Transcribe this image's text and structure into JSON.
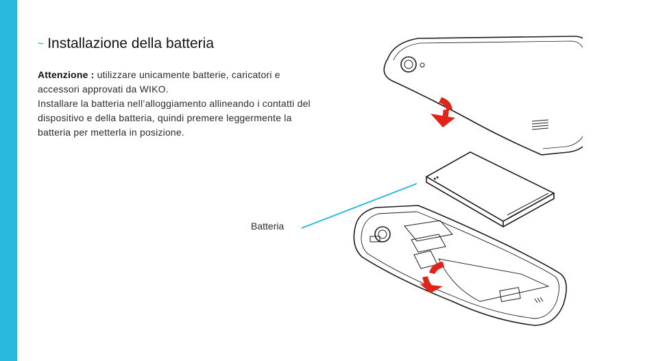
{
  "heading": {
    "marker": "~",
    "title": "Installazione della batteria"
  },
  "body": {
    "warning_label": "Attenzione :",
    "warning_text": "utilizzare unicamente batterie, caricatori e accessori approvati da WIKO.",
    "instruction": "Installare la batteria nell’alloggiamento allineando i contatti del dispositivo e della batteria, quindi premere leggermente la batteria per metterla in posizione."
  },
  "figure": {
    "callout": "Batteria"
  },
  "colors": {
    "accent": "#29b9de",
    "arrow": "#e2231a"
  },
  "icons": [
    "phone-back-cover-icon",
    "battery-icon",
    "phone-body-icon",
    "curved-arrow-icon"
  ]
}
